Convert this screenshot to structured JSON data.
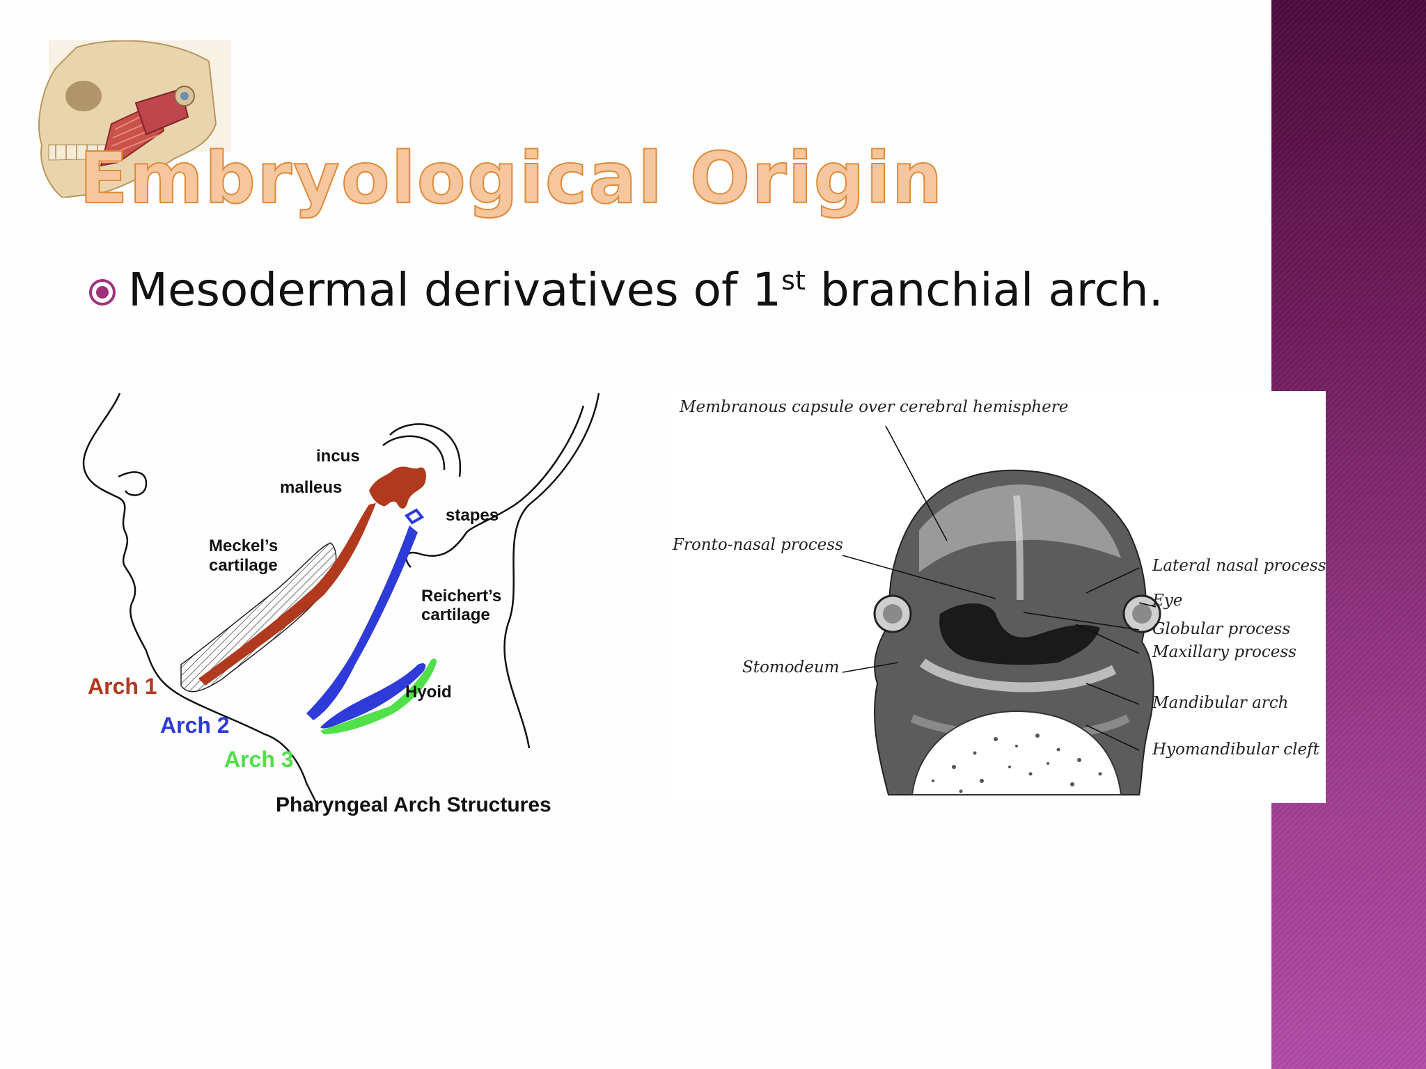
{
  "title": "Embryological Origin",
  "bullet": {
    "icon": "circle-dot-bullet-icon",
    "text_before": "Mesodermal derivatives of 1",
    "superscript": "st",
    "text_after": " branchial arch."
  },
  "colors": {
    "band_dark": "#4b0a3b",
    "band_light": "#b24aa6",
    "title_fill": "#f6c79e",
    "title_outline": "#e08a3a",
    "bullet": "#a0307a",
    "arch1": "#b0391e",
    "arch2": "#2e3bd8",
    "arch3": "#4fe04a"
  },
  "left_figure": {
    "labels": {
      "incus": "incus",
      "malleus": "malleus",
      "stapes": "stapes",
      "meckels1": "Meckel’s",
      "meckels2": "cartilage",
      "reicherts1": "Reichert’s",
      "reicherts2": "cartilage",
      "hyoid": "Hyoid",
      "arch1": "Arch 1",
      "arch2": "Arch 2",
      "arch3": "Arch 3"
    },
    "caption": "Pharyngeal Arch Structures"
  },
  "right_figure": {
    "labels": {
      "membranous": "Membranous capsule over cerebral hemisphere",
      "frontonasal": "Fronto-nasal process",
      "lateral_nasal": "Lateral nasal process",
      "eye": "Eye",
      "globular": "Globular process",
      "maxillary": "Maxillary process",
      "stomodeum": "Stomodeum",
      "mandibular": "Mandibular arch",
      "hyomandibular": "Hyomandibular cleft"
    }
  }
}
